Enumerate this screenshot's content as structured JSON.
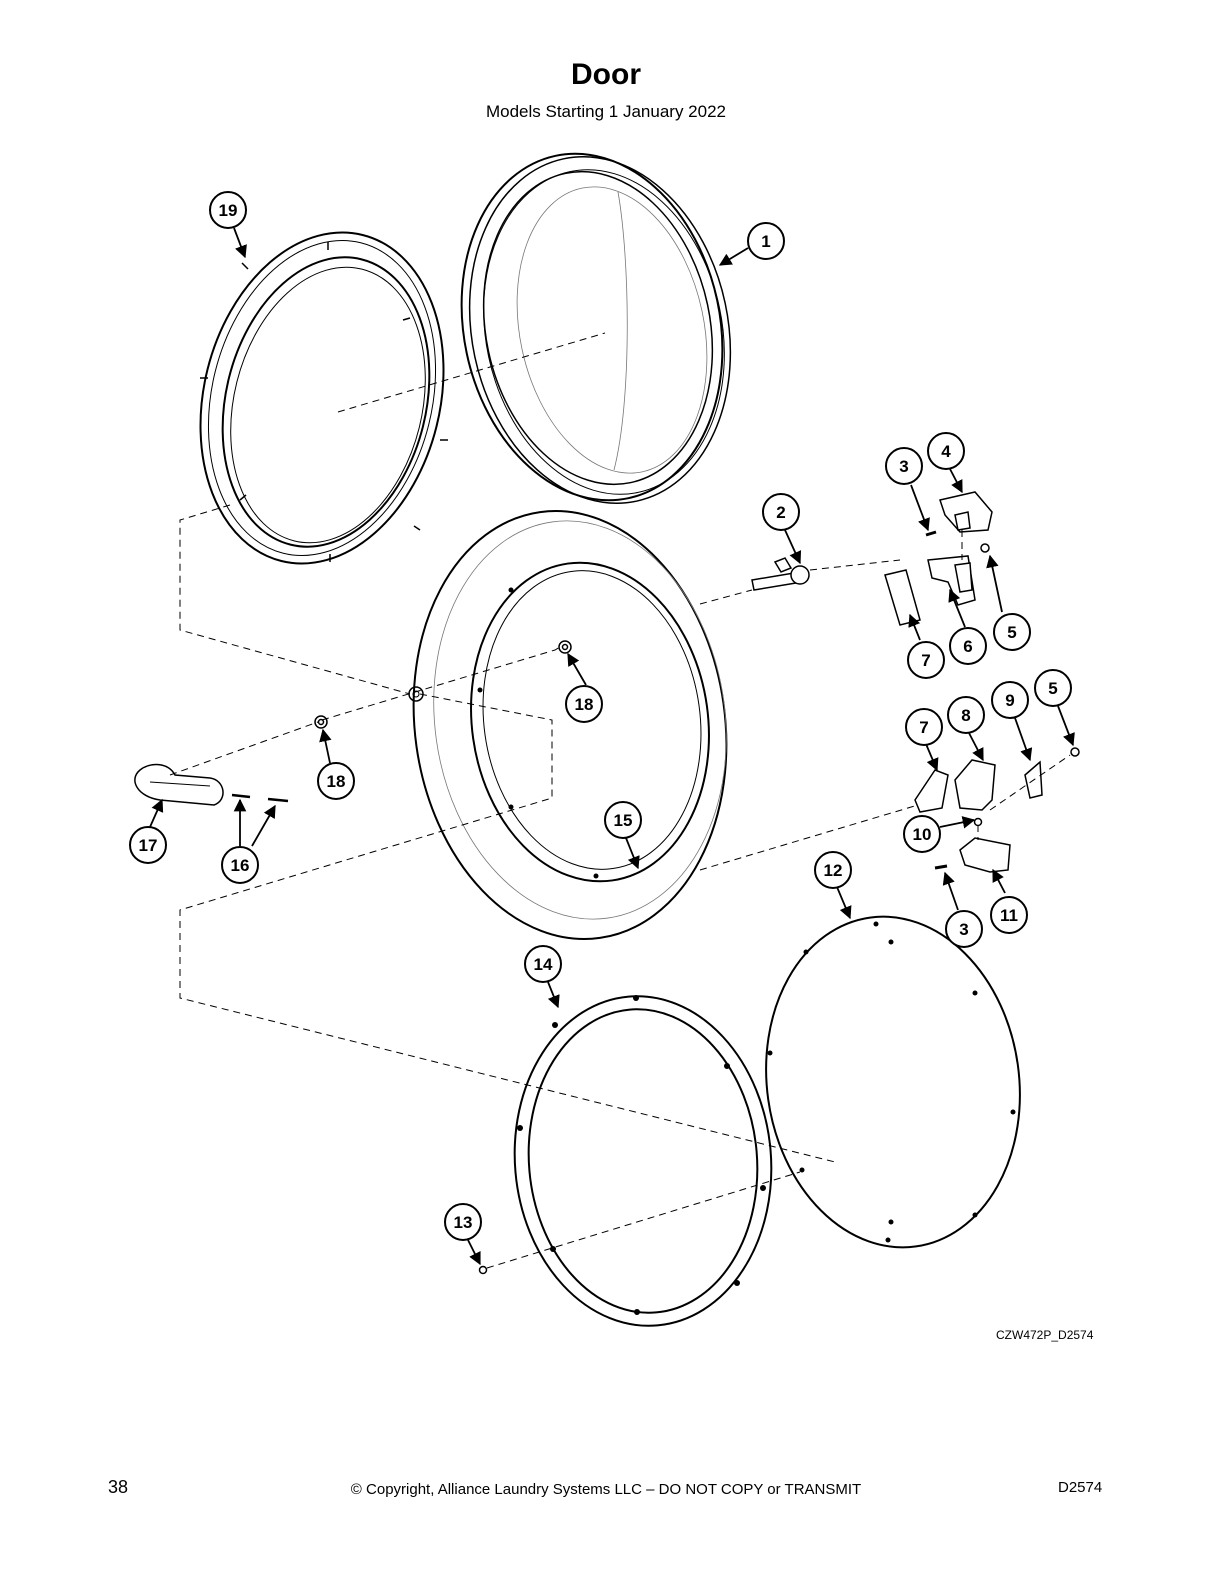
{
  "title": "Door",
  "subtitle": "Models Starting 1 January 2022",
  "drawing_id": "CZW472P_D2574",
  "footer": {
    "page_number": "38",
    "copyright": "© Copyright, Alliance Laundry Systems LLC – DO NOT COPY or TRANSMIT",
    "doc_code": "D2574"
  },
  "callouts": {
    "c1": "1",
    "c2": "2",
    "c3a": "3",
    "c3b": "3",
    "c4": "4",
    "c5a": "5",
    "c5b": "5",
    "c6": "6",
    "c7a": "7",
    "c7b": "7",
    "c8": "8",
    "c9": "9",
    "c10": "10",
    "c11": "11",
    "c12": "12",
    "c13": "13",
    "c14": "14",
    "c15": "15",
    "c16": "16",
    "c17": "17",
    "c18a": "18",
    "c18b": "18",
    "c19": "19"
  }
}
